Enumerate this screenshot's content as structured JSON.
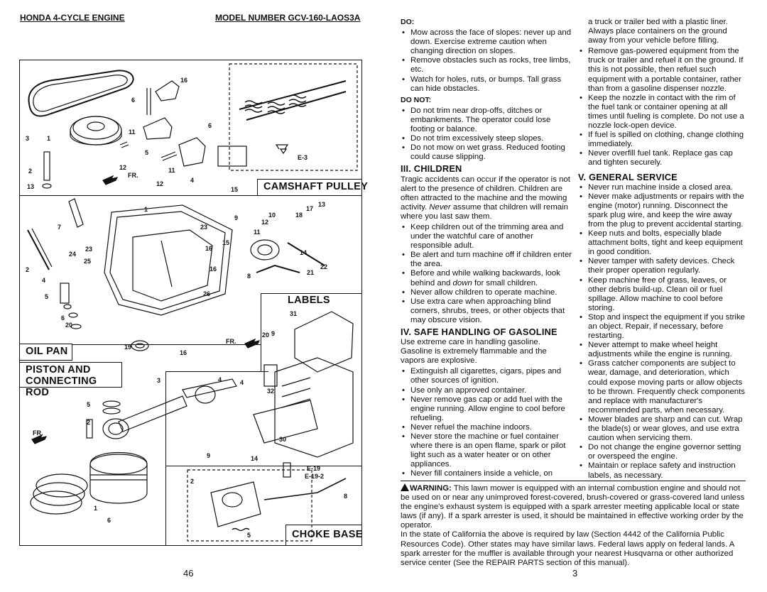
{
  "left_page": {
    "header_left": "HONDA 4-CYCLE ENGINE",
    "header_right": "MODEL NUMBER GCV-160-LAOS3A",
    "sections": {
      "camshaft_pulley": "CAMSHAFT PULLEY",
      "labels": "LABELS",
      "oil_pan": "OIL PAN",
      "piston": "PISTON AND\nCONNECTING ROD",
      "choke_base": "CHOKE BASE"
    },
    "callouts": {
      "c_16a": "16",
      "c_6a": "6",
      "c_3a": "3",
      "c_1a": "1",
      "c_11a": "11",
      "c_6b": "6",
      "c_5a": "5",
      "c_2a": "2",
      "c_12a": "12",
      "c_11b": "11",
      "c_13a": "13",
      "c_12b": "12",
      "c_4a": "4",
      "c_15a": "15",
      "c_e3": "E-3",
      "c_fr1": "FR.",
      "c_1b": "1",
      "c_7a": "7",
      "c_23a": "23",
      "c_24": "24",
      "c_23b": "23",
      "c_25": "25",
      "c_2b": "2",
      "c_4b": "4",
      "c_5b": "5",
      "c_6c": "6",
      "c_20": "20",
      "c_19": "19",
      "c_16b": "16",
      "c_16c": "16",
      "c_16d": "16",
      "c_26": "26",
      "c_9a": "9",
      "c_15b": "15",
      "c_8a": "8",
      "c_10": "10",
      "c_12c": "12",
      "c_11c": "11",
      "c_18": "18",
      "c_17": "17",
      "c_13b": "13",
      "c_14a": "14",
      "c_21": "21",
      "c_22": "22",
      "c_31": "31",
      "c_20b": "20",
      "c_9b": "9",
      "c_32": "32",
      "c_30": "30",
      "c_fr2": "FR.",
      "c_3b": "3",
      "c_4c": "4",
      "c_4d": "4",
      "c_5c": "5",
      "c_2c": "2",
      "c_1c": "1",
      "c_6d": "6",
      "c_fr3": "FR.",
      "c_9c": "9",
      "c_14b": "14",
      "c_2d": "2",
      "c_5d": "5",
      "c_8b": "8",
      "c_e19": "E-19",
      "c_e192": "E-19-2"
    },
    "page_number": "46"
  },
  "right_page": {
    "do_heading": "DO:",
    "do_items": [
      "Mow across the face of slopes: never up and down. Exercise extreme caution when changing direction on slopes.",
      "Remove obstacles such as rocks, tree limbs, etc.",
      "Watch for holes, ruts, or bumps. Tall grass can hide obstacles."
    ],
    "donot_heading": "DO NOT:",
    "donot_items": [
      "Do not trim near drop-offs, ditches or embankments. The operator could lose footing or balance.",
      "Do not trim excessively steep slopes.",
      "Do not mow on wet grass. Reduced footing could cause slipping."
    ],
    "children_heading": "III. CHILDREN",
    "children_intro_a": "Tragic accidents can occur if the operator is not alert to the presence of children. Children are often attracted to the machine and the mowing activity. ",
    "children_intro_em": "Never",
    "children_intro_b": " assume that children will remain where you last saw them.",
    "children_items": [
      "Keep children out of the trimming area and under the watchful care of another responsible adult.",
      "Be alert and turn machine off if children enter the area."
    ],
    "children_item3_a": "Before and while walking backwards, look behind and ",
    "children_item3_em": "down",
    "children_item3_b": " for small children.",
    "children_items2": [
      "Never allow children to operate machine.",
      "Use extra care when approaching blind corners, shrubs, trees, or other objects that may obscure vision."
    ],
    "gasoline_heading": "IV. SAFE HANDLING OF GASOLINE",
    "gasoline_intro": "Use extreme care in handling gasoline. Gasoline is extremely flammable and the vapors are explosive.",
    "gasoline_items": [
      "Extinguish all cigarettes, cigars, pipes and other sources of ignition.",
      "Use only an approved container.",
      "Never remove gas cap or add fuel with the engine running. Allow engine to cool before refueling.",
      "Never refuel the machine indoors.",
      "Never store the machine or fuel container where there is an open flame, spark or pilot light such as a water heater or on other appliances.",
      "Never fill containers inside a vehicle, on"
    ],
    "col2_continuation": "a truck or trailer bed with a plastic liner. Always place containers on the ground away from your vehicle before filling.",
    "col2_items": [
      "Remove gas-powered equipment from the truck or trailer and refuel it on the ground. If this is not possible, then refuel such equipment with a portable container, rather than from a gasoline dispenser nozzle.",
      "Keep the nozzle in contact with the rim of the fuel tank or container opening at all times until fueling is complete. Do not use a nozzle lock-open device.",
      "If fuel is spilled on clothing, change clothing immediately.",
      "Never overfill fuel tank. Replace gas cap and tighten securely."
    ],
    "service_heading": "V. GENERAL SERVICE",
    "service_items": [
      "Never run machine inside a closed area.",
      "Never make adjustments or repairs with the engine (motor) running. Disconnect the spark plug wire, and keep the wire away from the plug to prevent accidental starting.",
      "Keep nuts and bolts, especially blade attachment bolts, tight and keep equipment in good condition.",
      "Never tamper with safety devices. Check their proper operation regularly.",
      "Keep machine free of grass, leaves, or other debris build-up. Clean oil or fuel spillage. Allow machine to cool before storing.",
      "Stop and inspect the equipment if you strike an object. Repair, if necessary, before restarting.",
      "Never attempt to make wheel height adjustments while the engine is running.",
      "Grass catcher components are subject to wear, damage, and deterioration, which could expose moving parts or allow objects to be thrown. Frequently check components and replace with manufacturer's recommended parts, when necessary.",
      "Mower blades are sharp and can cut. Wrap the blade(s) or wear gloves, and use extra caution when servicing them.",
      "Do not change the engine governor setting or overspeed the engine.",
      "Maintain or replace safety and instruction labels, as necessary."
    ],
    "warning_label": "WARNING:",
    "warning_text": " This lawn mower is equipped with an internal combustion engine and should not be used on or near any unimproved forest-covered, brush-covered or grass-covered land unless the engine's exhaust system is equipped with a spark arrester meeting applicable local or state laws (if any). If a spark arrester is used, it should be maintained in effective working order by the operator.",
    "warning_text2": "In the state of California the above is required by law (Section 4442 of the California Public Resources Code). Other states may have similar laws. Federal laws apply on federal lands. A spark arrester for the muffler is available through your nearest Husqvarna or other authorized service center (See the REPAIR PARTS section of this manual).",
    "page_number": "3"
  }
}
